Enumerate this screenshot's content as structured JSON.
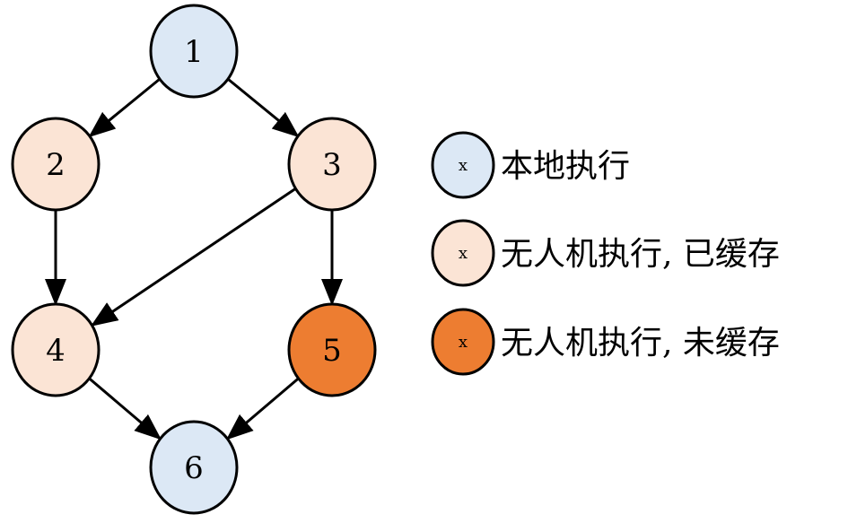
{
  "colors": {
    "local": "#dce8f5",
    "uav_cached": "#fbe4d5",
    "uav_uncached": "#ed7d31",
    "stroke": "#000000"
  },
  "nodes": [
    {
      "id": "1",
      "label": "1",
      "type": "local"
    },
    {
      "id": "2",
      "label": "2",
      "type": "uav_cached"
    },
    {
      "id": "3",
      "label": "3",
      "type": "uav_cached"
    },
    {
      "id": "4",
      "label": "4",
      "type": "uav_cached"
    },
    {
      "id": "5",
      "label": "5",
      "type": "uav_uncached"
    },
    {
      "id": "6",
      "label": "6",
      "type": "local"
    }
  ],
  "edges": [
    {
      "from": "1",
      "to": "2"
    },
    {
      "from": "1",
      "to": "3"
    },
    {
      "from": "2",
      "to": "4"
    },
    {
      "from": "3",
      "to": "4"
    },
    {
      "from": "3",
      "to": "5"
    },
    {
      "from": "4",
      "to": "6"
    },
    {
      "from": "5",
      "to": "6"
    }
  ],
  "legend": [
    {
      "symbol": "x",
      "type": "local",
      "label": "本地执行"
    },
    {
      "symbol": "x",
      "type": "uav_cached",
      "label": "无人机执行, 已缓存"
    },
    {
      "symbol": "x",
      "type": "uav_uncached",
      "label": "无人机执行, 未缓存"
    }
  ]
}
